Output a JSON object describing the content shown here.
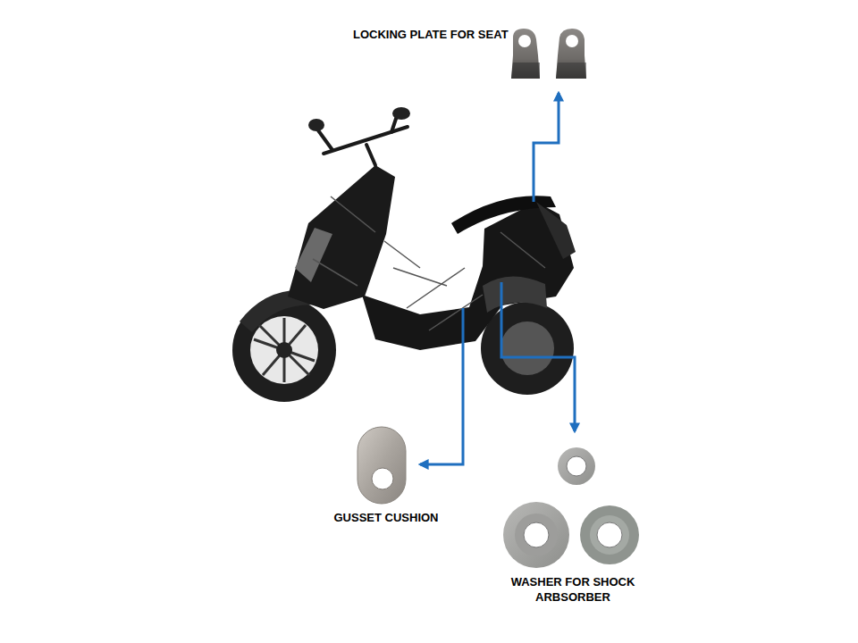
{
  "diagram": {
    "labels": [
      "LOCKING PLATE FOR SEAT",
      "GUSSET CUSHION",
      "WASHER FOR SHOCK ARBSORBER"
    ]
  }
}
